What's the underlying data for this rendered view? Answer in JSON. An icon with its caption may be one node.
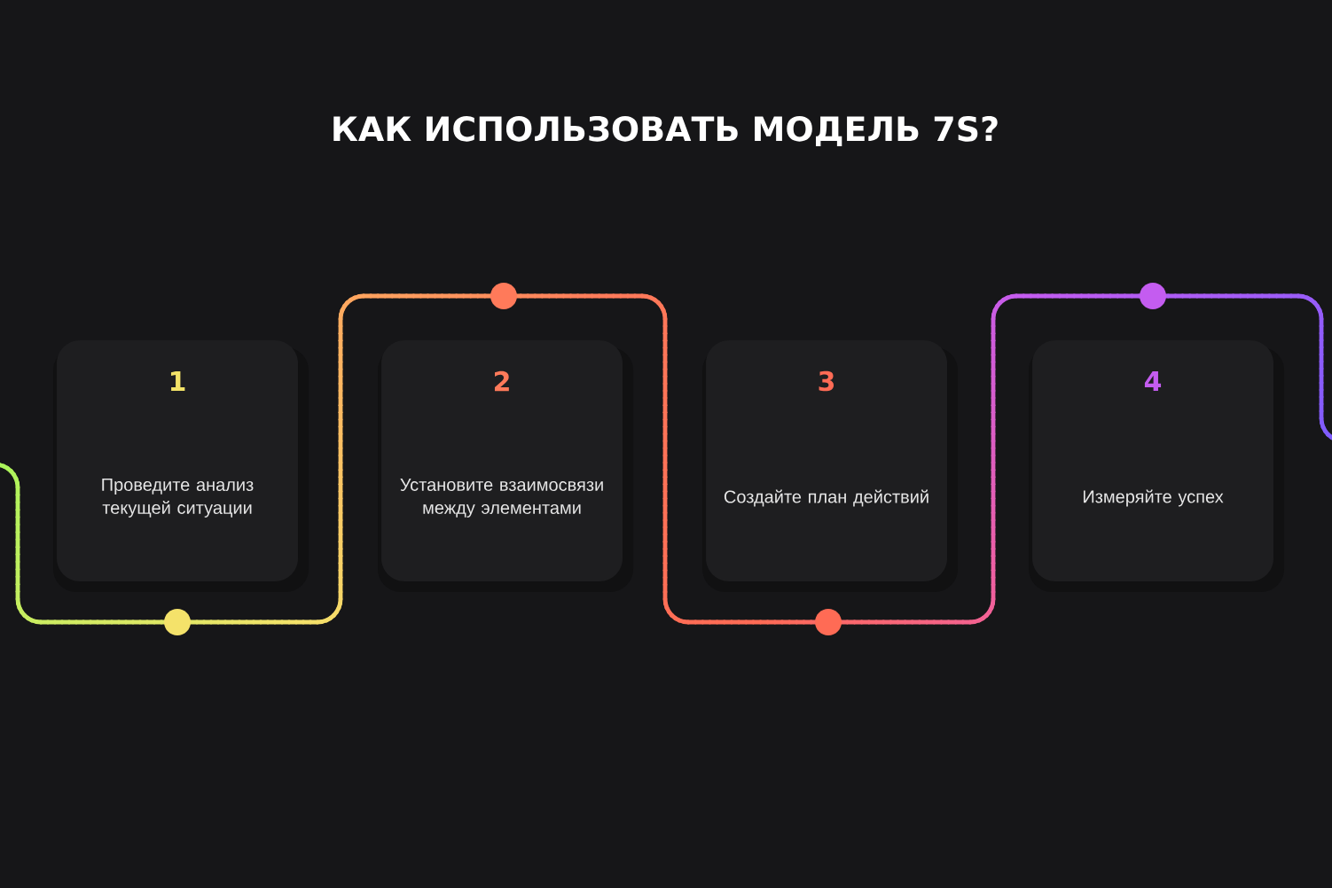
{
  "diagram": {
    "title": "КАК ИСПОЛЬЗОВАТЬ МОДЕЛЬ 7S?",
    "nodes": [
      {
        "text": [
          "1",
          "Проведите анализ текущей ситуации"
        ]
      },
      {
        "text": [
          "2",
          "Установите взаимосвязи между элементами"
        ]
      },
      {
        "text": [
          "3",
          "Создайте план действий"
        ]
      },
      {
        "text": [
          "4",
          "Измеряйте успех"
        ]
      }
    ]
  }
}
